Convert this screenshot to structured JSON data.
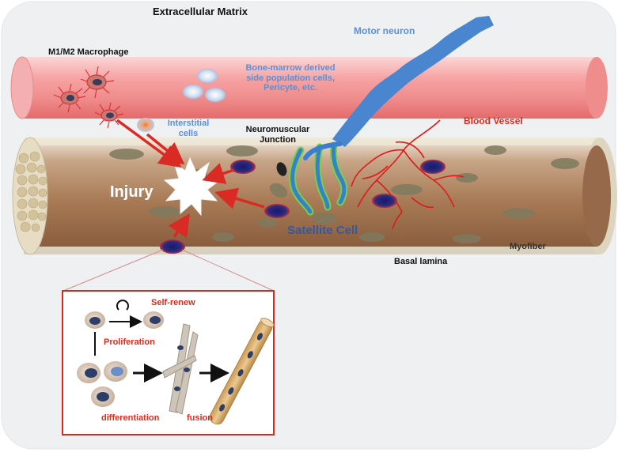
{
  "labels": {
    "extracellular_matrix": "Extracellular Matrix",
    "motor_neuron": "Motor neuron",
    "macrophage": "M1/M2 Macrophage",
    "bone_marrow_line1": "Bone-marrow derived",
    "bone_marrow_line2": "side population cells,",
    "bone_marrow_line3": "Pericyte, etc.",
    "blood_vessel": "Blood Vessel",
    "interstitial_line1": "Interstitial",
    "interstitial_line2": "cells",
    "nmj_line1": "Neuromuscular",
    "nmj_line2": "Junction",
    "injury": "Injury",
    "satellite_cell": "Satellite Cell",
    "myofiber": "Myofiber",
    "basal_lamina": "Basal lamina",
    "self_renew": "Self-renew",
    "proliferation": "Proliferation",
    "differentiation": "differentiation",
    "fusion": "fusion"
  },
  "colors": {
    "background": "#eef0f2",
    "vessel": "#f08a8a",
    "myofiber": "#a4785a",
    "injury_text": "#ffffff",
    "red_label": "#e02a1c",
    "blue_label": "#5b8fd6",
    "satellite_text": "#2d5aa8",
    "nerve": "#4a86cf",
    "arrow_red": "#d92a24"
  }
}
